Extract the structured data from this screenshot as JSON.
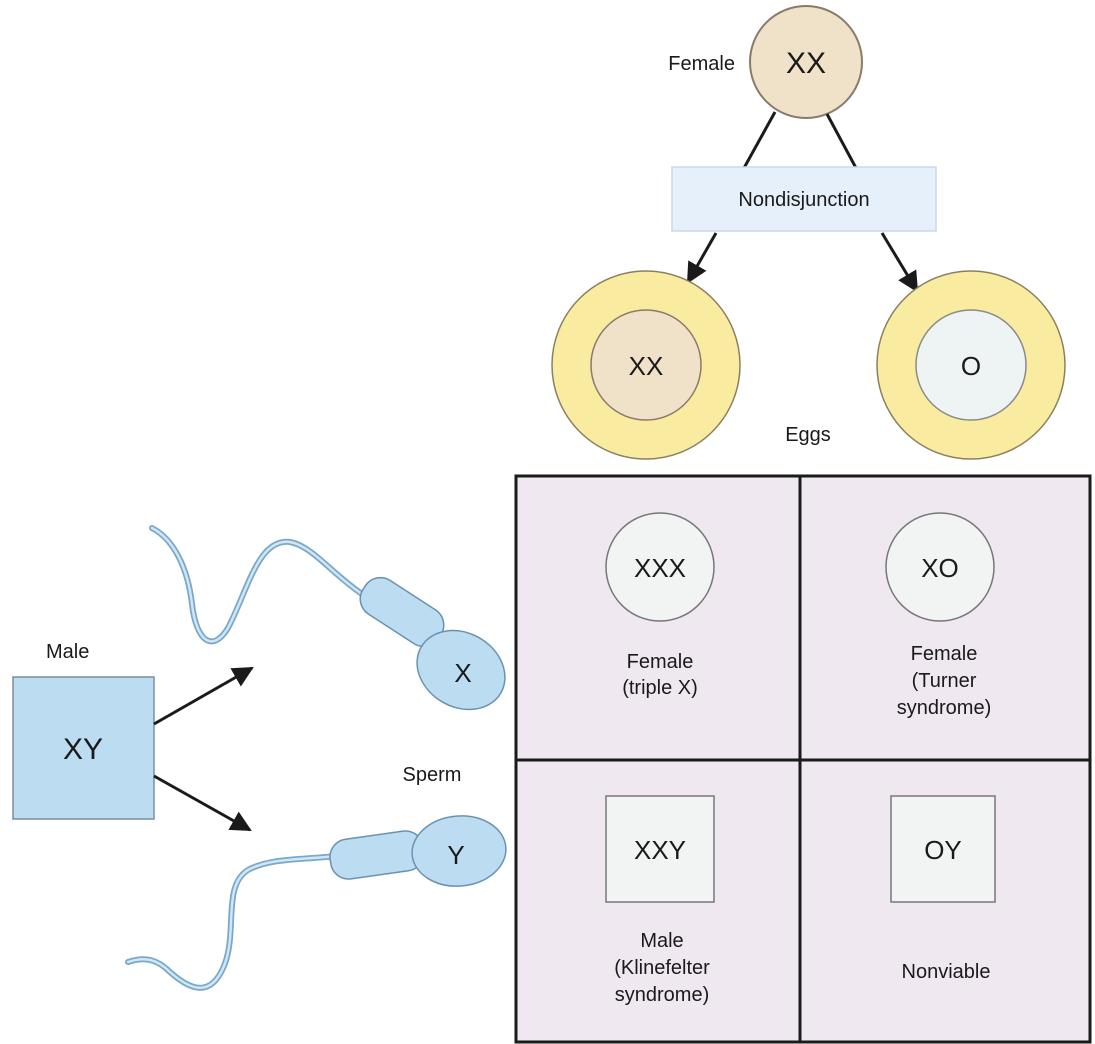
{
  "female_parent": {
    "label": "Female",
    "genotype": "XX"
  },
  "process": {
    "label": "Nondisjunction"
  },
  "eggs": {
    "label": "Eggs",
    "items": [
      {
        "genotype": "XX"
      },
      {
        "genotype": "O"
      }
    ]
  },
  "male_parent": {
    "label": "Male",
    "genotype": "XY"
  },
  "sperm": {
    "label": "Sperm",
    "items": [
      {
        "genotype": "X"
      },
      {
        "genotype": "Y"
      }
    ]
  },
  "punnett": {
    "cells": [
      {
        "genotype": "XXX",
        "outcome_lines": [
          "Female",
          "(triple X)"
        ]
      },
      {
        "genotype": "XO",
        "outcome_lines": [
          "Female",
          "(Turner",
          "syndrome)"
        ]
      },
      {
        "genotype": "XXY",
        "outcome_lines": [
          "Male",
          "(Klinefelter",
          "syndrome)"
        ]
      },
      {
        "genotype": "OY",
        "outcome_lines": [
          "Nonviable"
        ]
      }
    ]
  },
  "colors": {
    "parent_female_fill": "#f0e2c8",
    "egg_outer_fill": "#f9eba0",
    "egg_inner_xx_fill": "#f0e2c8",
    "egg_inner_o_fill": "#eef3f3",
    "process_box_fill": "#e6f0fa",
    "male_box_fill": "#bcdcf2",
    "sperm_fill": "#bcdcf2",
    "grid_fill": "#efe8f0",
    "zygote_fill": "#f1f4f3",
    "stroke": "#2a2a2a"
  }
}
